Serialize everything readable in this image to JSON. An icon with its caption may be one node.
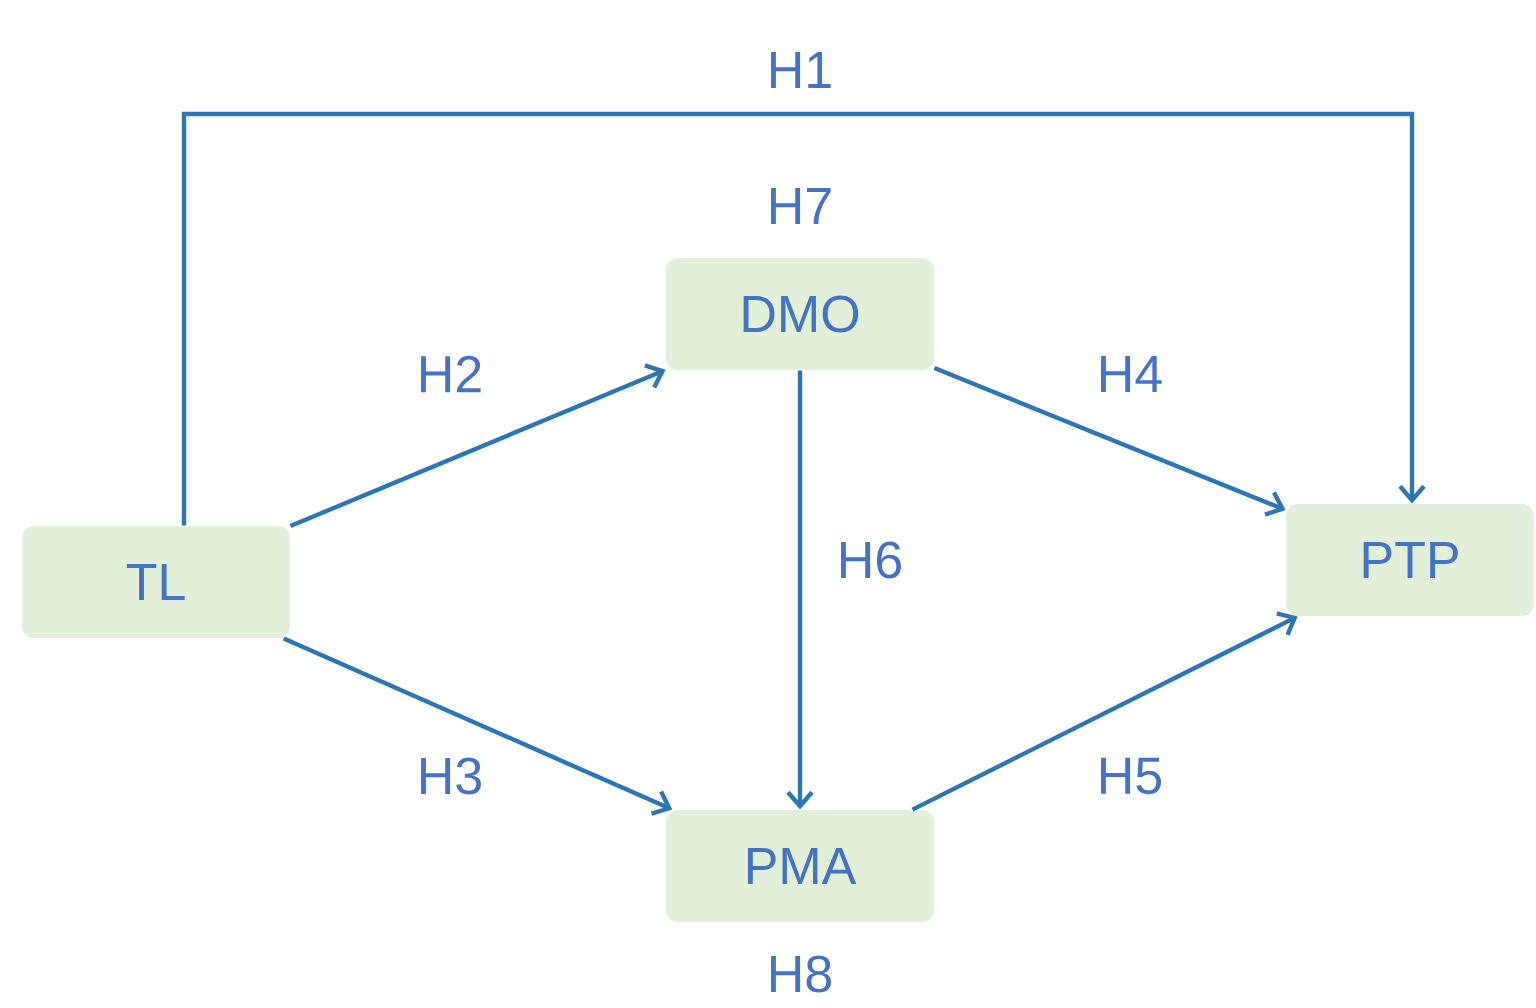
{
  "diagram": {
    "nodes": [
      {
        "text": [
          "TL"
        ]
      },
      {
        "text": [
          "DMO"
        ],
        "beside": [
          "H7"
        ]
      },
      {
        "text": [
          "PTP"
        ]
      },
      {
        "text": [
          "PMA"
        ],
        "beside": [
          "H8"
        ]
      }
    ],
    "edges": [
      {
        "from": 0,
        "to": 2,
        "arrow": "to",
        "label": "H1"
      },
      {
        "from": 0,
        "to": 1,
        "arrow": "to",
        "label": "H2"
      },
      {
        "from": 0,
        "to": 3,
        "arrow": "to",
        "label": "H3"
      },
      {
        "from": 1,
        "to": 2,
        "arrow": "to",
        "label": "H4"
      },
      {
        "from": 3,
        "to": 2,
        "arrow": "to",
        "label": "H5"
      },
      {
        "from": 1,
        "to": 3,
        "arrow": "to",
        "label": "H6"
      }
    ]
  }
}
